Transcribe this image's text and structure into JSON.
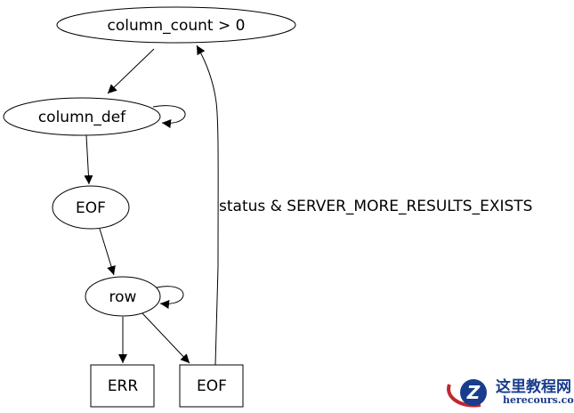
{
  "nodes": {
    "column_count": "column_count > 0",
    "column_def": "column_def",
    "eof1": "EOF",
    "row": "row",
    "err": "ERR",
    "eof2": "EOF"
  },
  "edge_labels": {
    "more_results": "status & SERVER_MORE_RESULTS_EXISTS"
  },
  "watermark": {
    "title": "这里教程网",
    "url": "herecours.com"
  }
}
